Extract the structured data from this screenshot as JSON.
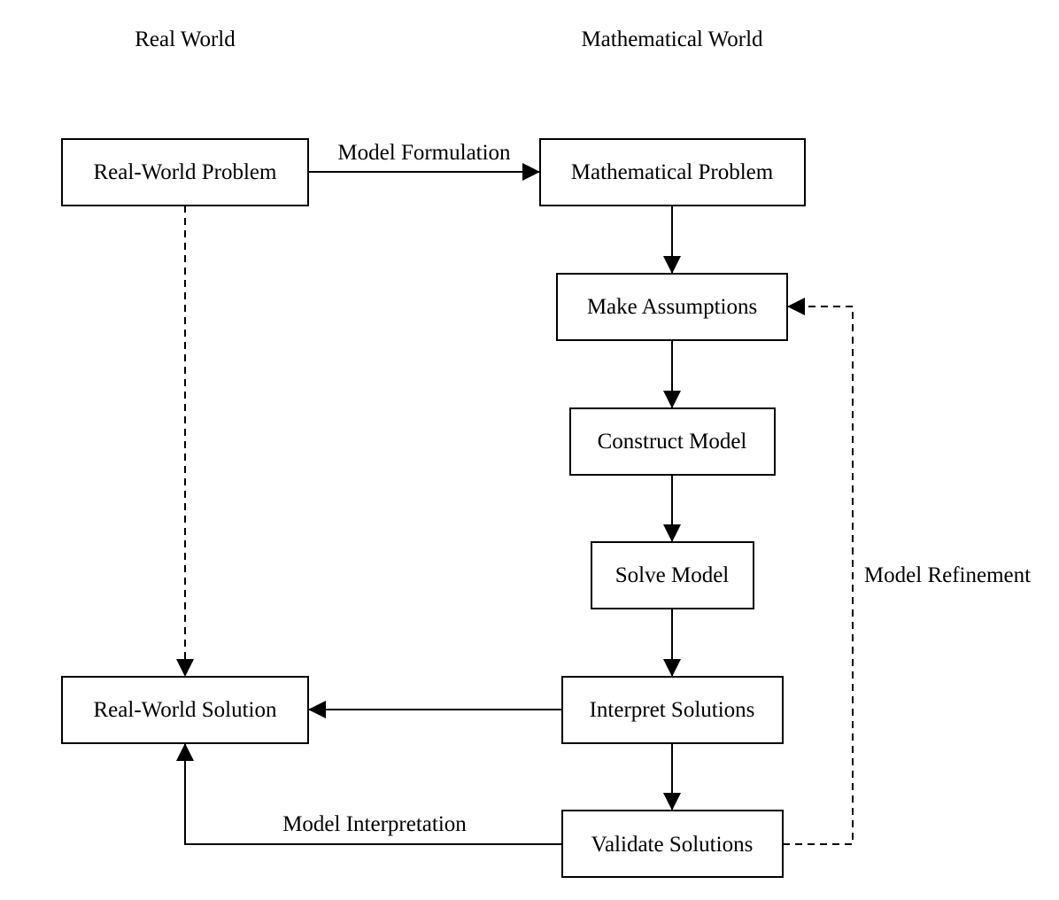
{
  "headers": {
    "real_world": "Real World",
    "math_world": "Mathematical World"
  },
  "nodes": {
    "real_problem": "Real-World Problem",
    "math_problem": "Mathematical Problem",
    "assumptions": "Make Assumptions",
    "construct": "Construct Model",
    "solve": "Solve Model",
    "interpret": "Interpret Solutions",
    "validate": "Validate Solutions",
    "real_solution": "Real-World Solution"
  },
  "edge_labels": {
    "formulation": "Model Formulation",
    "refinement": "Model Refinement",
    "interpretation": "Model Interpretation"
  }
}
